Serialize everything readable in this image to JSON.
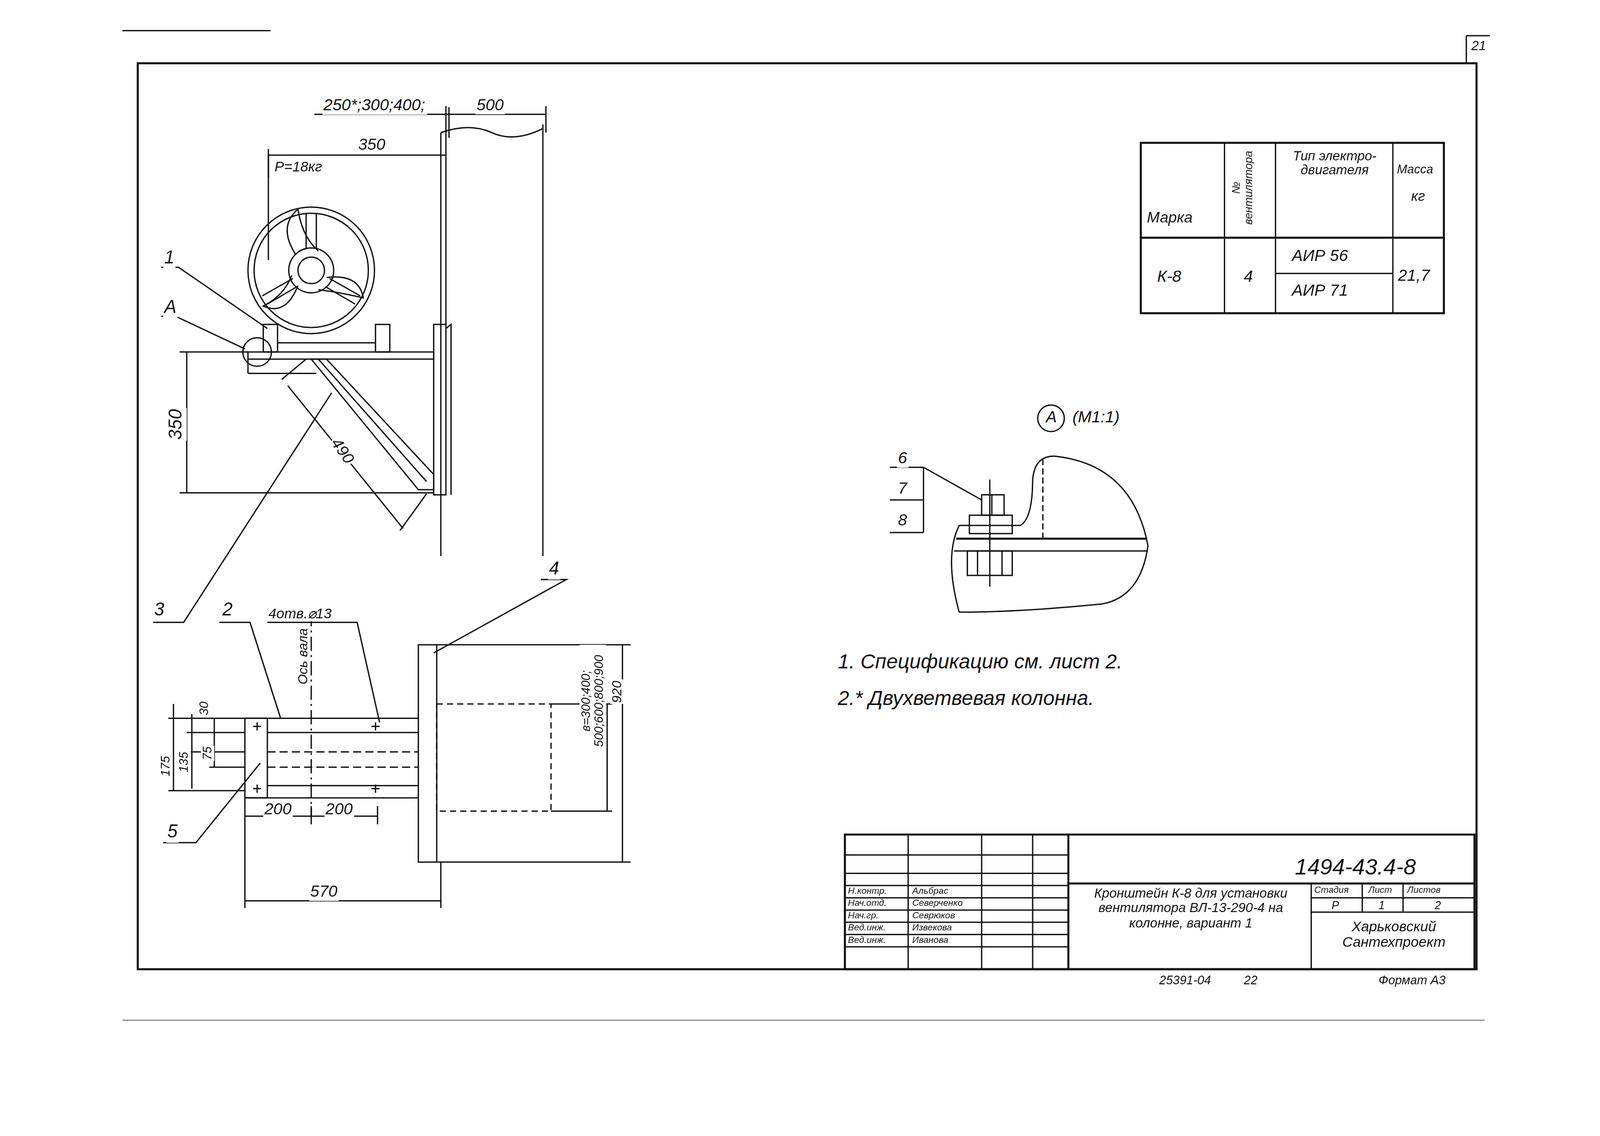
{
  "diagram": {
    "labels": [
      "21",
      "250*;300;400;",
      "500",
      "350",
      "P=18кг",
      "1",
      "A",
      "350",
      "490",
      "Марка",
      "№ вентилятора",
      "Тип электро-двигателя",
      "Масса",
      "кг",
      "К-8",
      "4",
      "АИР 56",
      "АИР 71",
      "21,7",
      "А",
      "(М1:1)",
      "6",
      "7",
      "8",
      "3",
      "2",
      "4отв.⌀13",
      "Ось вала",
      "4",
      "30",
      "175",
      "135",
      "75",
      "5",
      "200",
      "200",
      "570",
      "в=300;400; 500;600;800;900",
      "920",
      "1. Спецификацию см. лист 2.",
      "2.* Двухветвевая колонна.",
      "1494-43.4-8",
      "Кронштейн К-8 для установки вентилятора ВЛ-13-290-4 на колонне, вариант 1",
      "Стадия",
      "Лист",
      "Листов",
      "Р",
      "1",
      "2",
      "Харьковский Сантехпроект",
      "Н.контр.",
      "Альбрас",
      "Нач.отд.",
      "Северченко",
      "Нач.гр.",
      "Севрюков",
      "Вед.инж.",
      "Извекова",
      "Вед.инж.",
      "Иванова",
      "25391-04",
      "22",
      "Формат А3"
    ]
  }
}
